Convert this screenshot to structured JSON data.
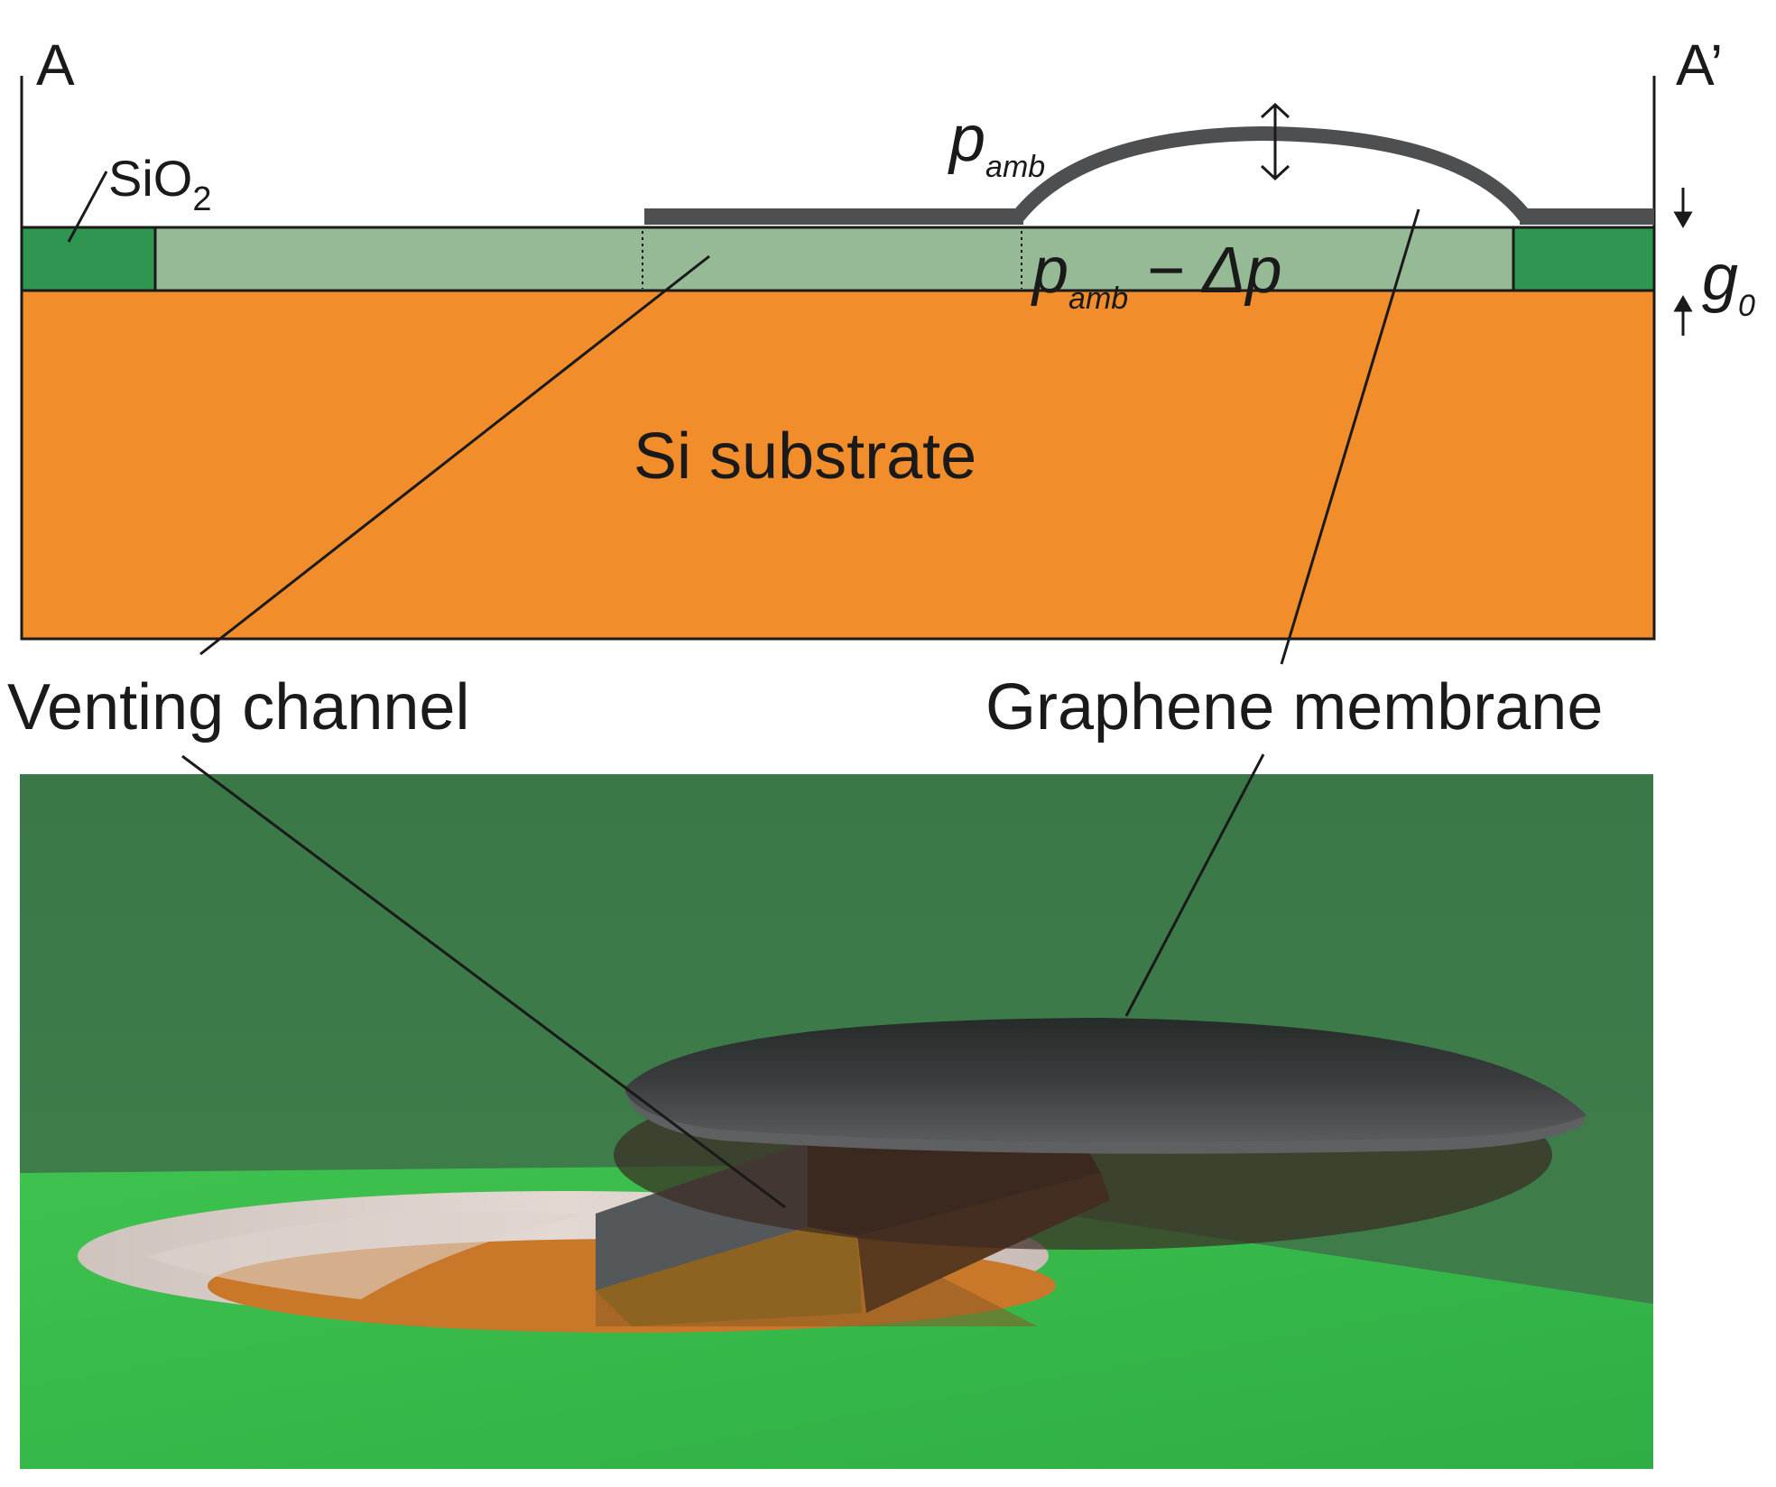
{
  "cross_section": {
    "left_marker": "A",
    "right_marker": "A’",
    "sio2_label": {
      "base": "SiO",
      "sub": "2"
    },
    "p_amb_label": {
      "base": "p",
      "sub": "amb"
    },
    "cavity_pressure_label": {
      "base": "p",
      "sub": "amb",
      "rest": " − Δp"
    },
    "gap_label": {
      "base": "g",
      "sub": "0"
    },
    "substrate_label": "Si substrate"
  },
  "callouts": {
    "venting_channel": "Venting channel",
    "graphene_membrane": "Graphene membrane"
  },
  "colors": {
    "sio2": "#2e9650",
    "cavity": "#97ba96",
    "substrate": "#f28d2c",
    "membrane": "#4e4f51",
    "render_background": "#3f7f4a",
    "render_surface": "#36b24a"
  }
}
